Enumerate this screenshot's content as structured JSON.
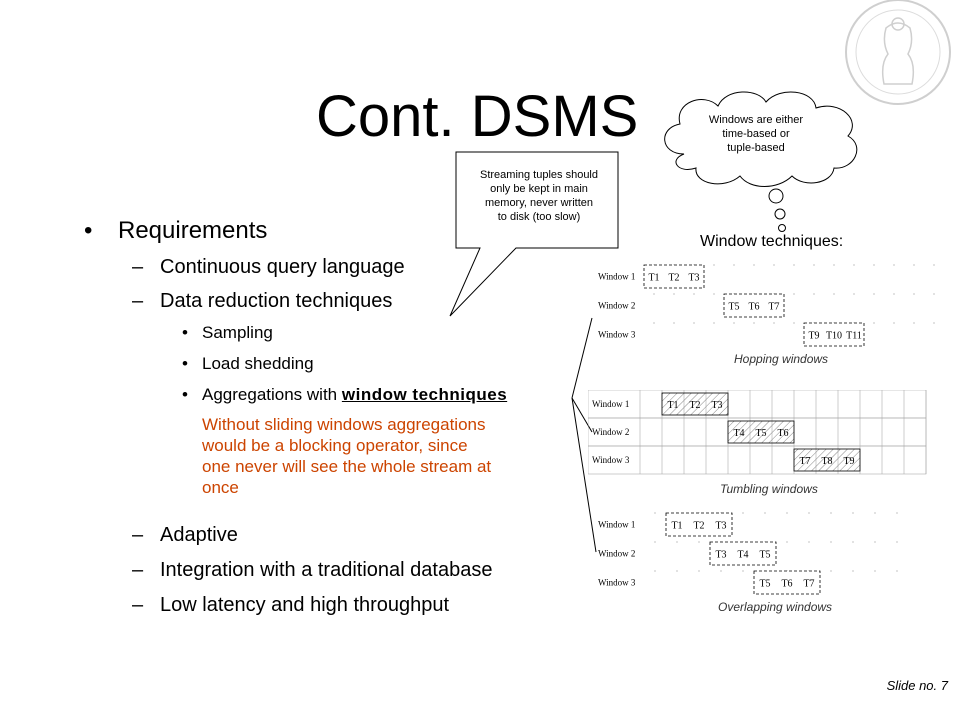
{
  "title": "Cont. DSMS",
  "requirements": {
    "heading": "Requirements",
    "items": [
      "Continuous query language",
      "Data reduction techniques"
    ],
    "subitems": [
      "Sampling",
      "Load shedding",
      "Aggregations with "
    ],
    "window_link": "window techniques",
    "note_lines": [
      "Without sliding windows aggregations",
      "would be a blocking operator, since",
      "one never will see the whole stream at",
      "once"
    ],
    "more_items": [
      "Adaptive",
      "Integration with a traditional database",
      "Low latency and high throughput"
    ]
  },
  "callout_speech": {
    "lines": [
      "Streaming tuples should",
      "only be kept in main",
      "memory, never written",
      "to disk (too slow)"
    ]
  },
  "callout_thought": {
    "lines": [
      "Windows are either",
      "time-based or",
      "tuple-based"
    ]
  },
  "window_heading": "Window techniques:",
  "diagrams": {
    "hopping": {
      "caption": "Hopping windows",
      "rows": [
        {
          "label": "Window 1",
          "tuples": [
            "T1",
            "T2",
            "T3"
          ]
        },
        {
          "label": "Window 2",
          "tuples": [
            "T5",
            "T6",
            "T7"
          ]
        },
        {
          "label": "Window 3",
          "tuples": [
            "T9",
            "T10",
            "T11"
          ]
        }
      ]
    },
    "tumbling": {
      "caption": "Tumbling windows",
      "rows": [
        {
          "label": "Window 1",
          "tuples": [
            "T1",
            "T2",
            "T3"
          ]
        },
        {
          "label": "Window 2",
          "tuples": [
            "T4",
            "T5",
            "T6"
          ]
        },
        {
          "label": "Window 3",
          "tuples": [
            "T7",
            "T8",
            "T9"
          ]
        }
      ]
    },
    "overlapping": {
      "caption": "Overlapping windows",
      "rows": [
        {
          "label": "Window 1",
          "tuples": [
            "T1",
            "T2",
            "T3"
          ]
        },
        {
          "label": "Window 2",
          "tuples": [
            "T3",
            "T4",
            "T5"
          ]
        },
        {
          "label": "Window 3",
          "tuples": [
            "T5",
            "T6",
            "T7"
          ]
        }
      ]
    }
  },
  "slide_number": "Slide no. 7",
  "colors": {
    "note": "#cc4400",
    "text": "#000000"
  }
}
